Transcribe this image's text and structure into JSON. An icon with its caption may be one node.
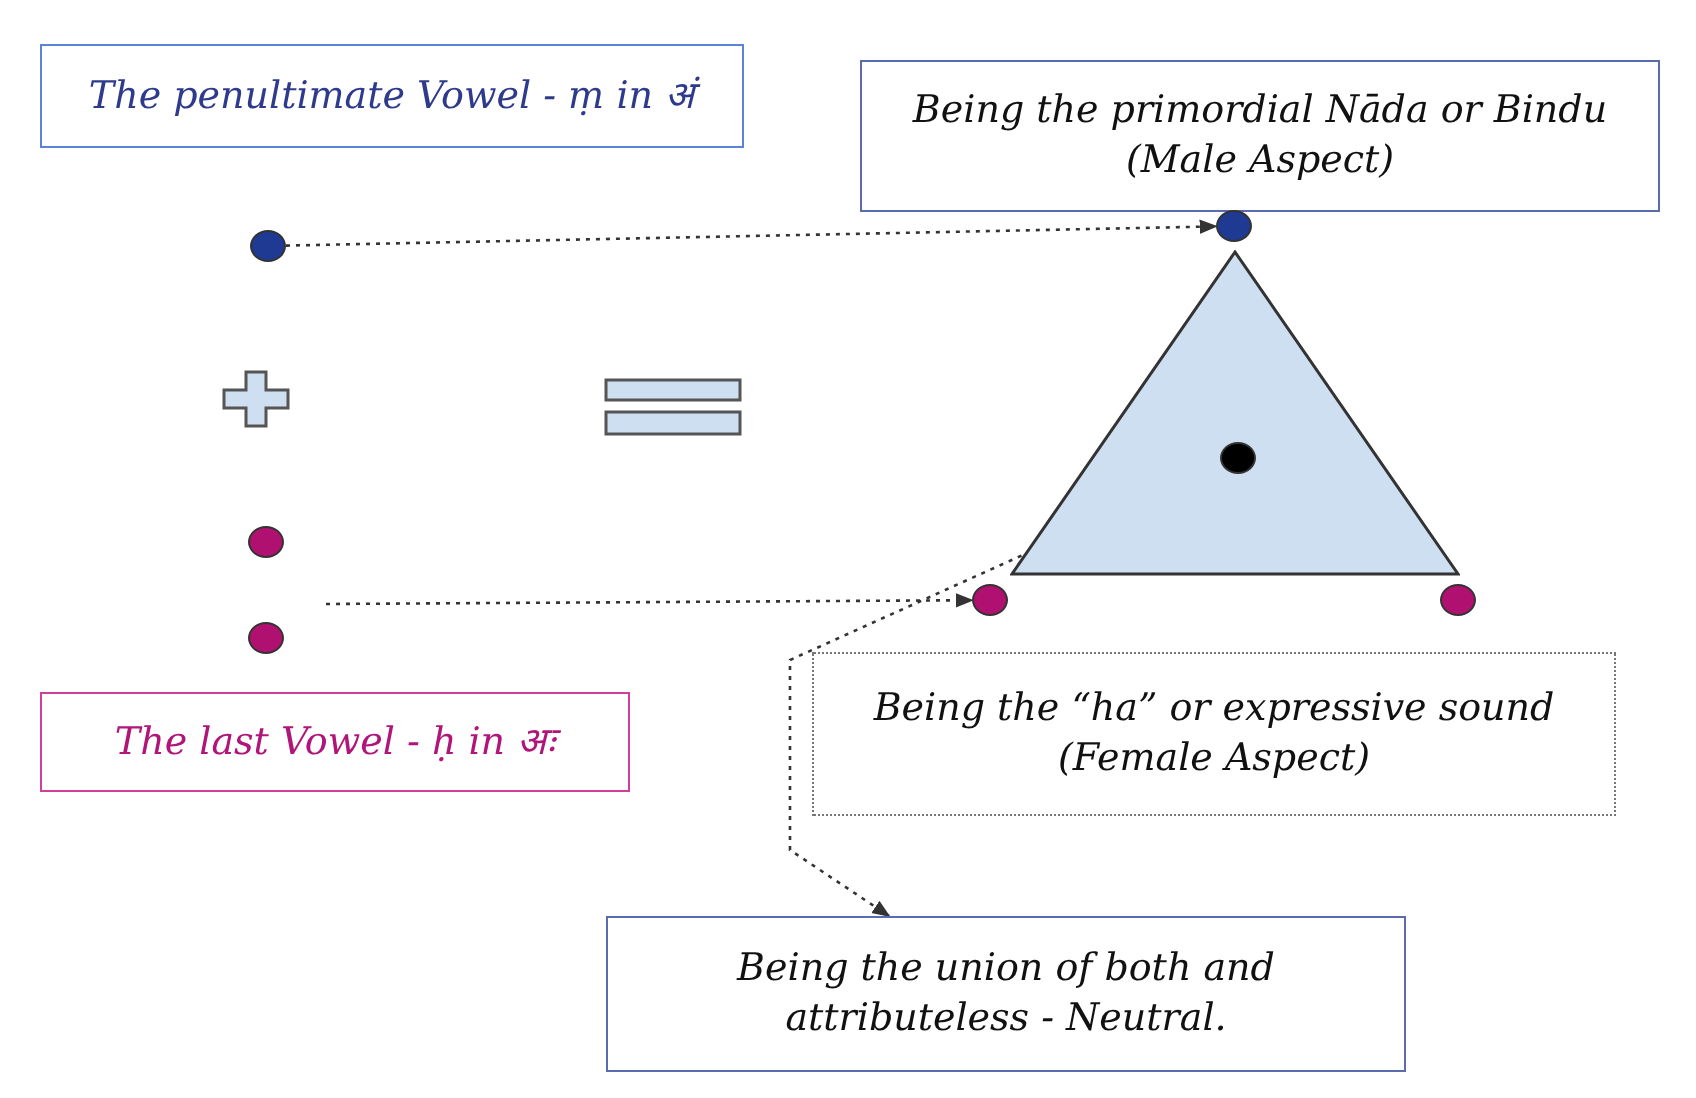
{
  "diagram": {
    "nodes": [
      {
        "text": [
          "The penultimate Vowel - ṃ in अं"
        ]
      },
      {
        "text": [
          "Being the primordial Nāda or Bindu (Male Aspect)"
        ]
      },
      {
        "text": [],
        "shape": "circle"
      },
      {
        "text": [],
        "shape": "circle"
      },
      {
        "text": [],
        "shape": "triangle"
      },
      {
        "text": [],
        "shape": "circle",
        "in": 4
      },
      {
        "text": [],
        "shape": "circle"
      },
      {
        "text": [],
        "shape": "circle"
      },
      {
        "text": [],
        "shape": "circle"
      },
      {
        "text": [],
        "shape": "circle"
      },
      {
        "text": [
          "Being the “ha” or expressive sound (Female Aspect)"
        ]
      },
      {
        "text": [
          "The last Vowel - ḥ in अः"
        ]
      },
      {
        "text": [
          "Being the union of both and attributeless - Neutral."
        ]
      }
    ],
    "edges": [
      {
        "from": 2,
        "to": 3,
        "arrow": "to",
        "style": "dashed"
      },
      {
        "from": null,
        "to": 8,
        "arrow": "to",
        "style": "dashed"
      },
      {
        "from": 5,
        "to": 12,
        "arrow": "to",
        "style": "dashed"
      }
    ]
  }
}
